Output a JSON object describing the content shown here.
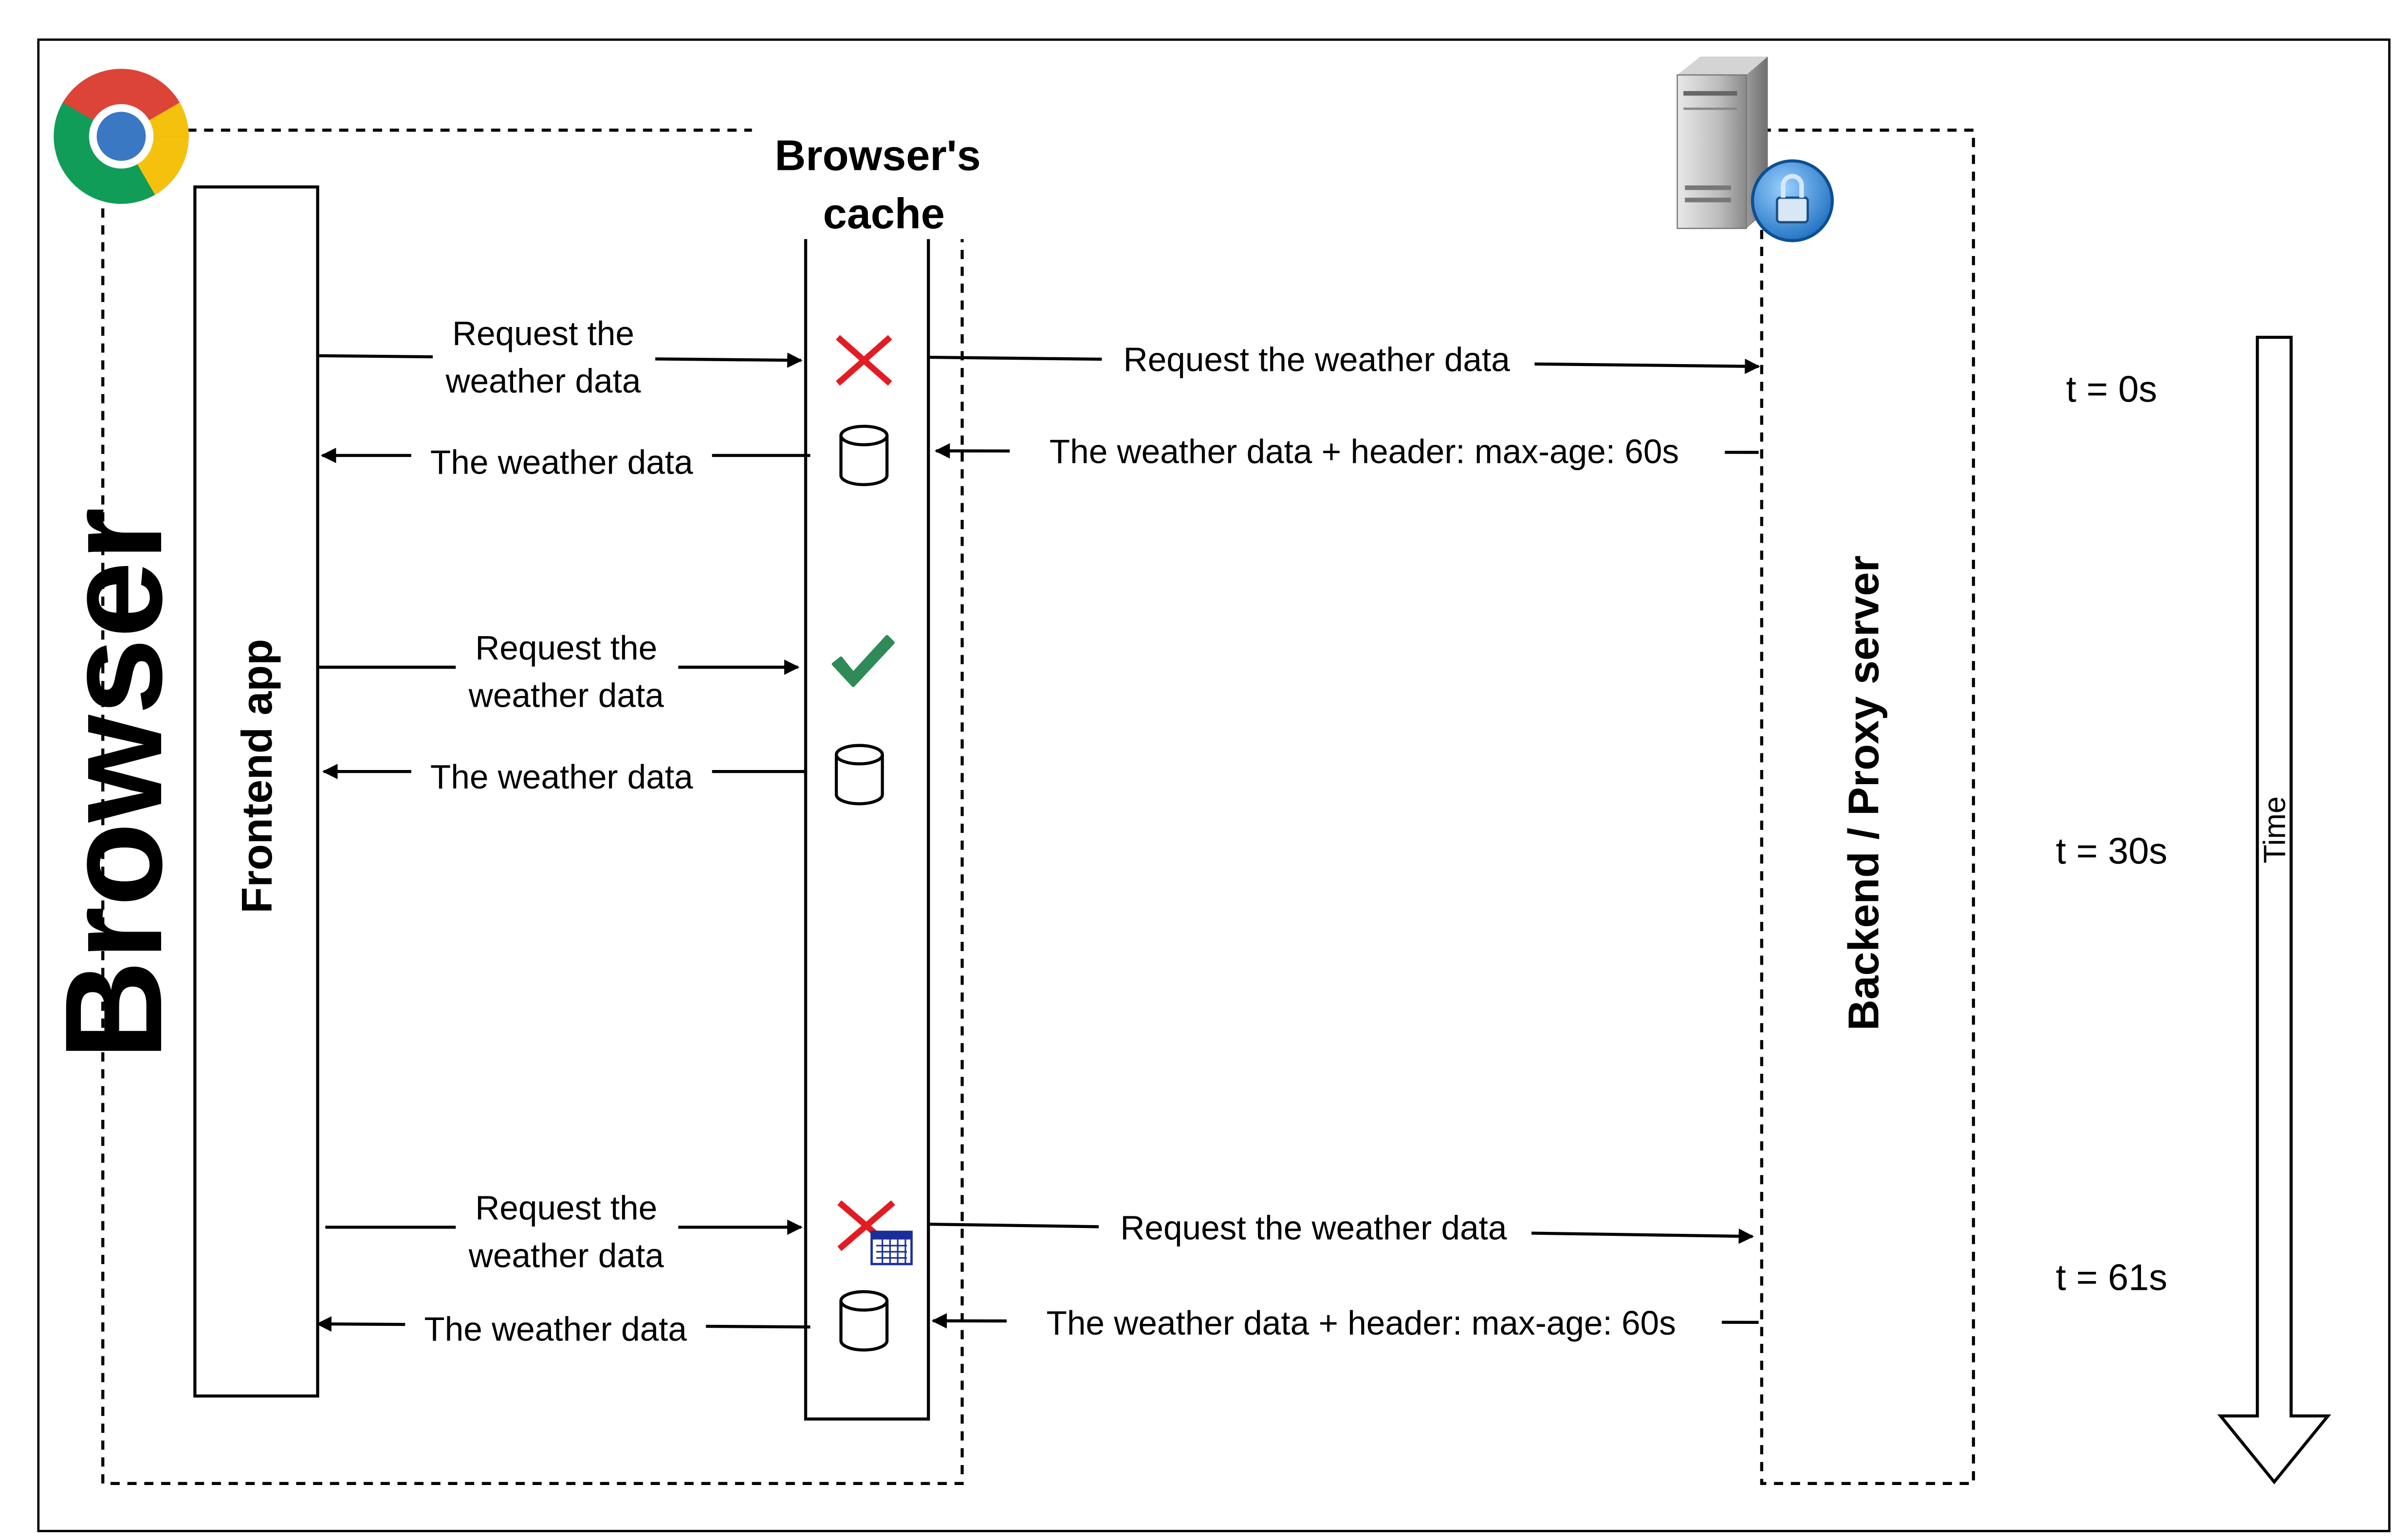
{
  "participants": {
    "browser": "Browser",
    "frontend": "Frontend app",
    "cache_line1": "Browser's",
    "cache_line2": "cache",
    "backend": "Backend / Proxy server"
  },
  "icons": {
    "browser_logo": "chrome-logo-icon",
    "server": "server-with-lock-icon",
    "cache_miss": "red-x-icon",
    "cache_hit": "green-checkmark-icon",
    "cache_expired": "red-x-calendar-icon",
    "database": "database-cylinder-icon"
  },
  "colors": {
    "miss": "#e31b23",
    "hit": "#2e8b57",
    "chrome_red": "#db4437",
    "chrome_yellow": "#f4c20d",
    "chrome_green": "#0f9d58",
    "chrome_blue": "#4285f4"
  },
  "messages": {
    "m1_req_line1": "Request the",
    "m1_req_line2": "weather data",
    "m1_resp": "The weather data",
    "m1_server_req": "Request the weather data",
    "m1_server_resp": "The weather data + header: max-age: 60s",
    "m2_req_line1": "Request the",
    "m2_req_line2": "weather data",
    "m2_resp": "The weather data",
    "m3_req_line1": "Request the",
    "m3_req_line2": "weather data",
    "m3_resp": "The weather data",
    "m3_server_req": "Request the weather data",
    "m3_server_resp": "The weather data + header: max-age: 60s"
  },
  "timeline": {
    "label": "Time",
    "t0": "t = 0s",
    "t30": "t = 30s",
    "t61": "t = 61s"
  }
}
